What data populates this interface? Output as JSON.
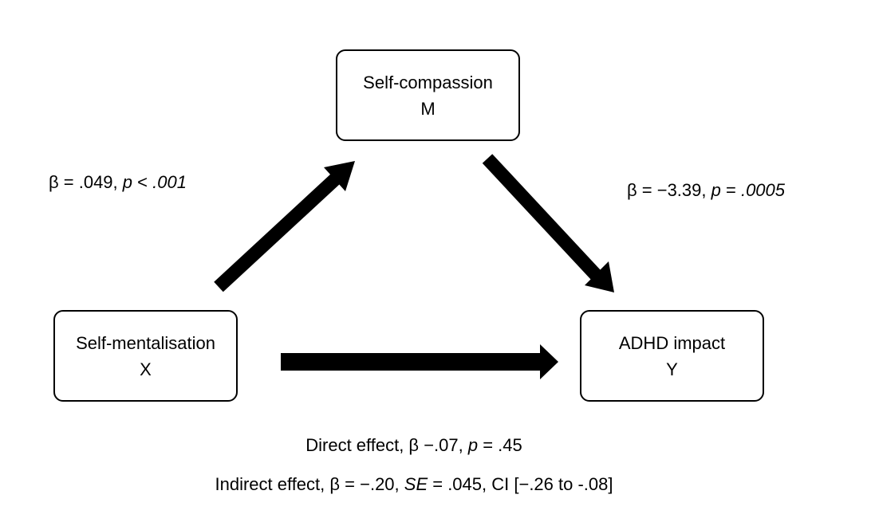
{
  "nodes": {
    "mediator": {
      "name": "Self-compassion",
      "symbol": "M"
    },
    "predictor": {
      "name": "Self-mentalisation",
      "symbol": "X"
    },
    "outcome": {
      "name": "ADHD impact",
      "symbol": "Y"
    }
  },
  "paths": {
    "a": {
      "prefix": "β = .049, ",
      "p_symbol": "p",
      "p_operator": " < ",
      "p_value": ".001"
    },
    "b": {
      "prefix": "β = −3.39, ",
      "p_symbol": "p",
      "p_operator": " = ",
      "p_value": ".0005"
    }
  },
  "effects": {
    "direct": {
      "prefix": "Direct effect, β −.07, ",
      "p_symbol": "p",
      "suffix": " = .45"
    },
    "indirect": {
      "prefix": "Indirect effect, β = −.20, ",
      "se_symbol": "SE",
      "suffix": " = .045, CI [−.26 to -.08]"
    }
  },
  "colors": {
    "arrow": "#000000",
    "border": "#000000",
    "background": "#ffffff"
  }
}
